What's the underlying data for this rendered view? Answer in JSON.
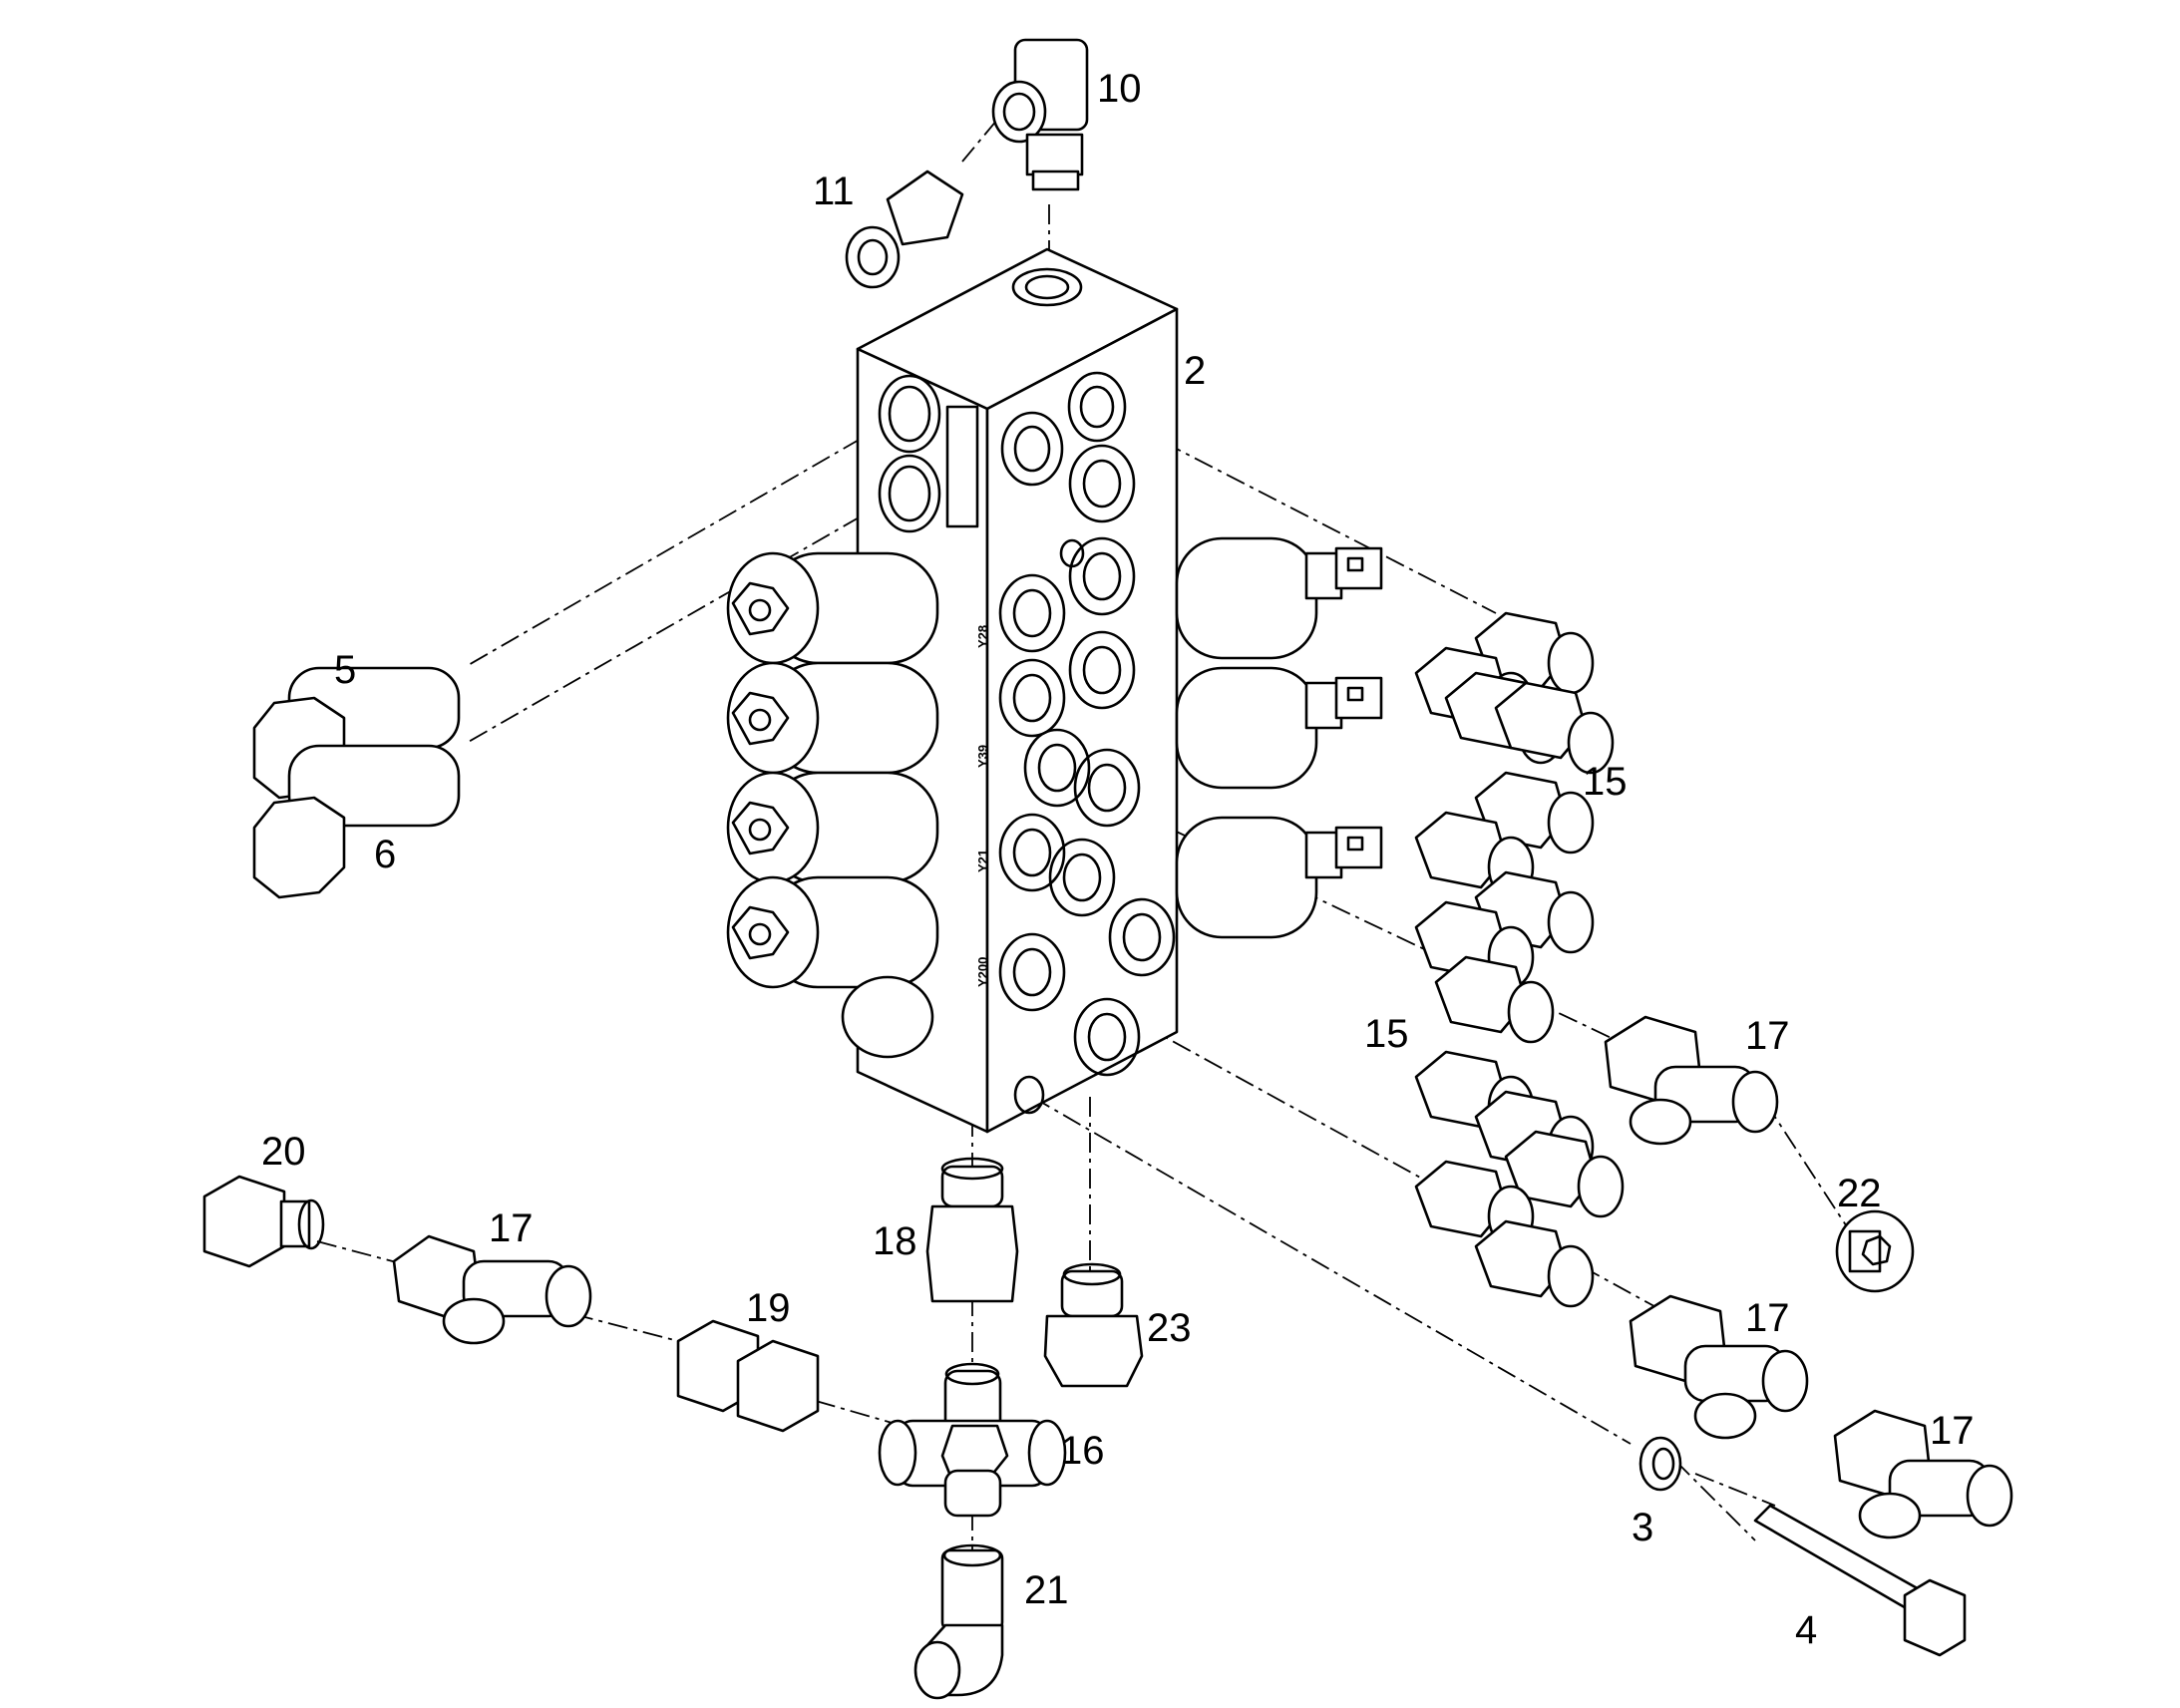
{
  "callouts": {
    "c2": "2",
    "c3": "3",
    "c4": "4",
    "c5": "5",
    "c6": "6",
    "c10": "10",
    "c11": "11",
    "c15a": "15",
    "c15b": "15",
    "c16": "16",
    "c17a": "17",
    "c17b": "17",
    "c17c": "17",
    "c17d": "17",
    "c18": "18",
    "c19": "19",
    "c20": "20",
    "c21": "21",
    "c22": "22",
    "c23": "23"
  },
  "block_marks": {
    "y28": "Y28",
    "y39": "Y39",
    "y21": "Y21",
    "y200": "Y200"
  }
}
